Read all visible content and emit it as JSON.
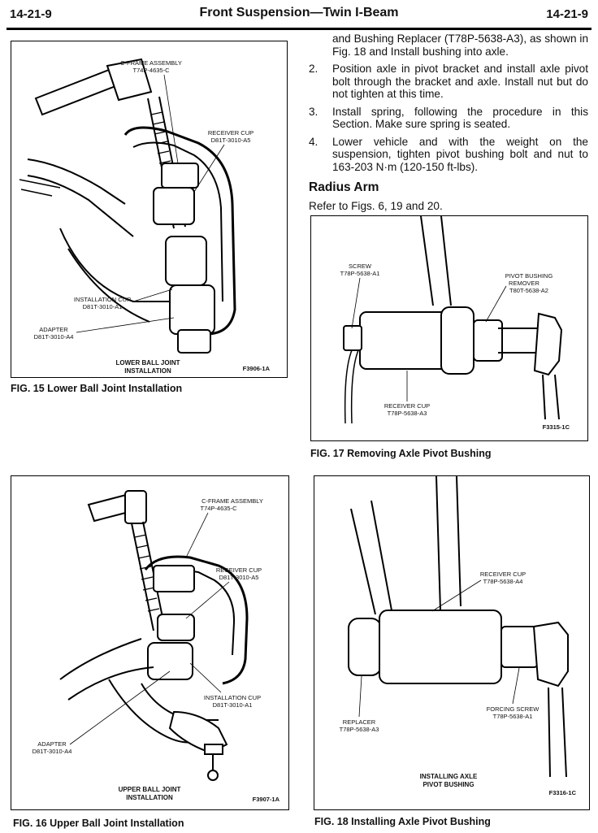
{
  "header": {
    "page_left": "14-21-9",
    "title": "Front Suspension—Twin I-Beam",
    "page_right": "14-21-9"
  },
  "text": {
    "continued": "and Bushing Replacer (T78P-5638-A3), as shown in Fig. 18 and Install bushing into axle.",
    "steps": [
      {
        "num": "2.",
        "text": "Position axle in pivot bracket and install axle pivot bolt through the bracket and axle. Install nut but do not tighten at this time."
      },
      {
        "num": "3.",
        "text": "Install spring, following the procedure in this Section. Make sure spring is seated."
      },
      {
        "num": "4.",
        "text": "Lower vehicle and with the weight on the suspension, tighten pivot bushing bolt and nut to 163-203 N·m (120-150 ft-lbs)."
      }
    ],
    "section_title": "Radius Arm",
    "refer": "Refer to Figs. 6, 19 and 20."
  },
  "figures": {
    "fig15": {
      "caption": "FIG. 15  Lower Ball Joint Installation",
      "labels": {
        "cframe_1": "C-FRAME ASSEMBLY",
        "cframe_2": "T74P-4635-C",
        "receiver_1": "RECEIVER CUP",
        "receiver_2": "D81T-3010-A5",
        "install_1": "INSTALLATION CUP",
        "install_2": "D81T-3010-A1",
        "adapter_1": "ADAPTER",
        "adapter_2": "D81T-3010-A4",
        "title_1": "LOWER BALL JOINT",
        "title_2": "INSTALLATION",
        "code": "F3906-1A"
      }
    },
    "fig16": {
      "caption": "FIG. 16  Upper Ball Joint Installation",
      "labels": {
        "cframe_1": "C-FRAME ASSEMBLY",
        "cframe_2": "T74P-4635-C",
        "receiver_1": "RECEIVER CUP",
        "receiver_2": "D81T-3010-A5",
        "install_1": "INSTALLATION CUP",
        "install_2": "D81T-3010-A1",
        "adapter_1": "ADAPTER",
        "adapter_2": "D81T-3010-A4",
        "title_1": "UPPER BALL JOINT",
        "title_2": "INSTALLATION",
        "code": "F3907-1A"
      }
    },
    "fig17": {
      "caption": "FIG. 17  Removing Axle Pivot Bushing",
      "labels": {
        "screw_1": "SCREW",
        "screw_2": "T78P-5638-A1",
        "remover_1": "PIVOT BUSHING",
        "remover_2": "REMOVER",
        "remover_3": "T80T-5638-A2",
        "receiver_1": "RECEIVER CUP",
        "receiver_2": "T78P-5638-A3",
        "code": "F3315-1C"
      }
    },
    "fig18": {
      "caption": "FIG. 18  Installing Axle Pivot Bushing",
      "labels": {
        "receiver_1": "RECEIVER CUP",
        "receiver_2": "T78P-5638-A4",
        "forcing_1": "FORCING SCREW",
        "forcing_2": "T78P-5638-A1",
        "replacer_1": "REPLACER",
        "replacer_2": "T78P-5638-A3",
        "title_1": "INSTALLING AXLE",
        "title_2": "PIVOT BUSHING",
        "code": "F3316-1C"
      }
    }
  }
}
